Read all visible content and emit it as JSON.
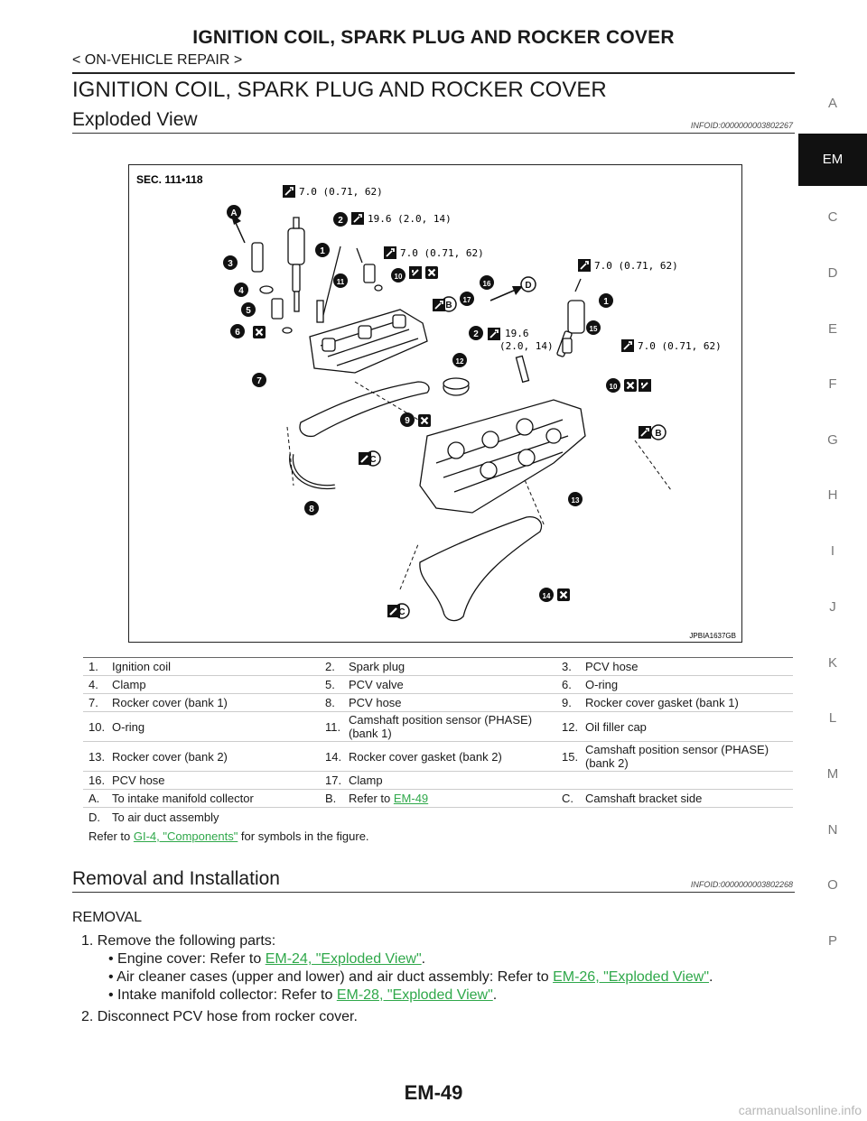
{
  "header": {
    "title": "IGNITION COIL, SPARK PLUG AND ROCKER COVER",
    "subtitle": "< ON-VEHICLE REPAIR >"
  },
  "page_title": "IGNITION COIL, SPARK PLUG AND ROCKER COVER",
  "sections": {
    "exploded": {
      "title": "Exploded View",
      "infoid": "INFOID:0000000003802267"
    },
    "removal": {
      "title": "Removal and Installation",
      "infoid": "INFOID:0000000003802268"
    }
  },
  "side_index": {
    "letters": [
      "A",
      "EM",
      "C",
      "D",
      "E",
      "F",
      "G",
      "H",
      "I",
      "J",
      "K",
      "L",
      "M",
      "N",
      "O",
      "P"
    ],
    "active": "EM"
  },
  "figure": {
    "sec_label": "SEC. 111•118",
    "code": "JPBIA1637GB",
    "torques": {
      "t1": "7.0 (0.71, 62)",
      "t2": "19.6 (2.0, 14)",
      "t3": "7.0 (0.71, 62)",
      "t4": "7.0 (0.71, 62)",
      "t5a": "19.6",
      "t5b": "(2.0, 14)",
      "t6": "7.0 (0.71, 62)"
    },
    "callouts": [
      "A",
      "1",
      "2",
      "3",
      "4",
      "5",
      "6",
      "7",
      "8",
      "9",
      "10",
      "11",
      "12",
      "13",
      "14",
      "15",
      "16",
      "17",
      "B",
      "C",
      "D"
    ]
  },
  "legend": {
    "rows": [
      [
        [
          "1.",
          "Ignition coil"
        ],
        [
          "2.",
          "Spark plug"
        ],
        [
          "3.",
          "PCV hose"
        ]
      ],
      [
        [
          "4.",
          "Clamp"
        ],
        [
          "5.",
          "PCV valve"
        ],
        [
          "6.",
          "O-ring"
        ]
      ],
      [
        [
          "7.",
          "Rocker cover (bank 1)"
        ],
        [
          "8.",
          "PCV hose"
        ],
        [
          "9.",
          "Rocker cover gasket (bank 1)"
        ]
      ],
      [
        [
          "10.",
          "O-ring"
        ],
        [
          "11.",
          "Camshaft position sensor (PHASE) (bank 1)"
        ],
        [
          "12.",
          "Oil filler cap"
        ]
      ],
      [
        [
          "13.",
          "Rocker cover (bank 2)"
        ],
        [
          "14.",
          "Rocker cover gasket (bank 2)"
        ],
        [
          "15.",
          "Camshaft position sensor (PHASE) (bank 2)"
        ]
      ],
      [
        [
          "16.",
          "PCV hose"
        ],
        [
          "17.",
          "Clamp"
        ],
        [
          "",
          ""
        ]
      ],
      [
        [
          "A.",
          "To intake manifold collector"
        ],
        [
          "B.",
          "Refer to "
        ],
        [
          "C.",
          "Camshaft bracket side"
        ]
      ],
      [
        [
          "D.",
          "To air duct assembly"
        ],
        [
          "",
          ""
        ],
        [
          "",
          ""
        ]
      ]
    ],
    "b_link": "EM-49",
    "note_prefix": "Refer to ",
    "note_link": "GI-4, \"Components\"",
    "note_suffix": " for symbols in the figure."
  },
  "removal": {
    "heading": "REMOVAL",
    "step1": "1.  Remove the following parts:",
    "bullets": [
      {
        "text": "Engine cover: Refer to ",
        "link": "EM-24, \"Exploded View\"",
        "end": "."
      },
      {
        "text": "Air cleaner cases (upper and lower) and air duct assembly: Refer to ",
        "link": "EM-26, \"Exploded View\"",
        "end": "."
      },
      {
        "text": "Intake manifold collector: Refer to ",
        "link": "EM-28, \"Exploded View\"",
        "end": "."
      }
    ],
    "step2": "2.  Disconnect PCV hose from rocker cover."
  },
  "footer": {
    "page": "EM-49"
  },
  "watermark": "carmanualsonline.info"
}
